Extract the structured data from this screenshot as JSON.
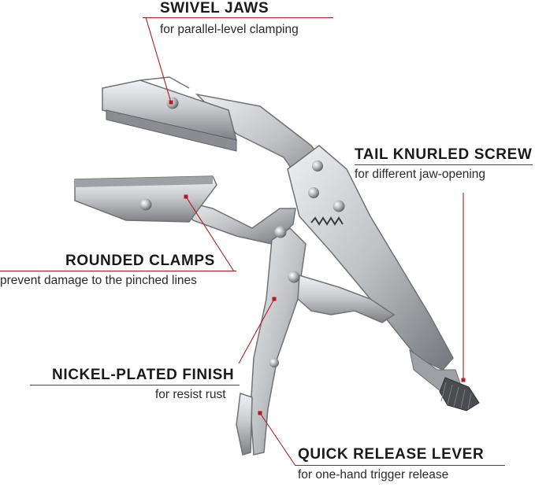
{
  "callouts": {
    "swivel_jaws": {
      "title": "SWIVEL JAWS",
      "desc": "for parallel-level clamping"
    },
    "tail_screw": {
      "title": "TAIL KNURLED SCREW",
      "desc": "for different jaw-opening"
    },
    "rounded_clamps": {
      "title": "ROUNDED CLAMPS",
      "desc": "prevent damage to the pinched lines"
    },
    "nickel_finish": {
      "title": "NICKEL-PLATED FINISH",
      "desc": "for resist rust"
    },
    "release_lever": {
      "title": "QUICK RELEASE LEVER",
      "desc": "for one-hand trigger release"
    }
  },
  "colors": {
    "accent": "#b01c22",
    "metal": "#c9cbce",
    "metal_dark": "#6f7377",
    "text": "#1a1a1a"
  },
  "icons": {
    "product": "locking-pliers-illustration",
    "markers": "callout-pointer-dot"
  }
}
